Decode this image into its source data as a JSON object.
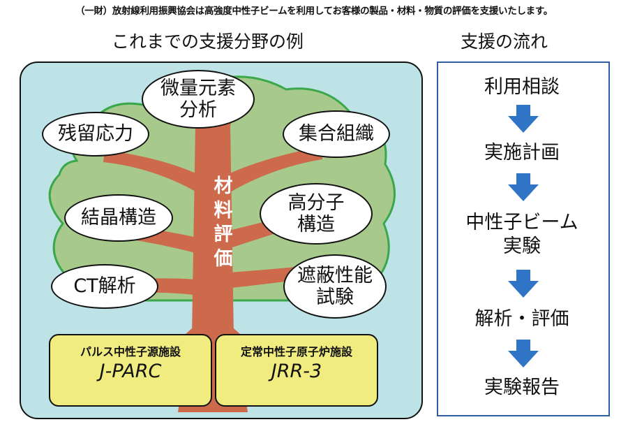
{
  "header": {
    "text": "（一財）放射線利用振興協会は高強度中性子ビームを利用してお客様の製品・材料・物質の評価を支援いたします。"
  },
  "left": {
    "title": "これまでの支援分野の例",
    "trunk_label": "材\n料\n評\n価",
    "bubbles": {
      "trace_element": "微量元素\n分析",
      "residual_stress": "残留応力",
      "texture": "集合組織",
      "crystal_structure": "結晶構造",
      "polymer_structure": "高分子\n構造",
      "ct_analysis": "CT解析",
      "shielding_test": "遮蔽性能\n試験"
    },
    "facilities": [
      {
        "title": "パルス中性子源施設",
        "name": "J-PARC"
      },
      {
        "title": "定常中性子原子炉施設",
        "name": "JRR-3"
      }
    ]
  },
  "right": {
    "title": "支援の流れ",
    "steps": [
      "利用相談",
      "実施計画",
      "中性子ビーム\n実験",
      "解析・評価",
      "実験報告"
    ]
  },
  "colors": {
    "sky": "#bde3e6",
    "foliage": "#a7c98c",
    "foliage_edge": "#3aa84a",
    "trunk": "#cd6a4c",
    "facility": "#f0ec80",
    "flow_border": "#2f5f9e",
    "arrow": "#2f74c5"
  }
}
